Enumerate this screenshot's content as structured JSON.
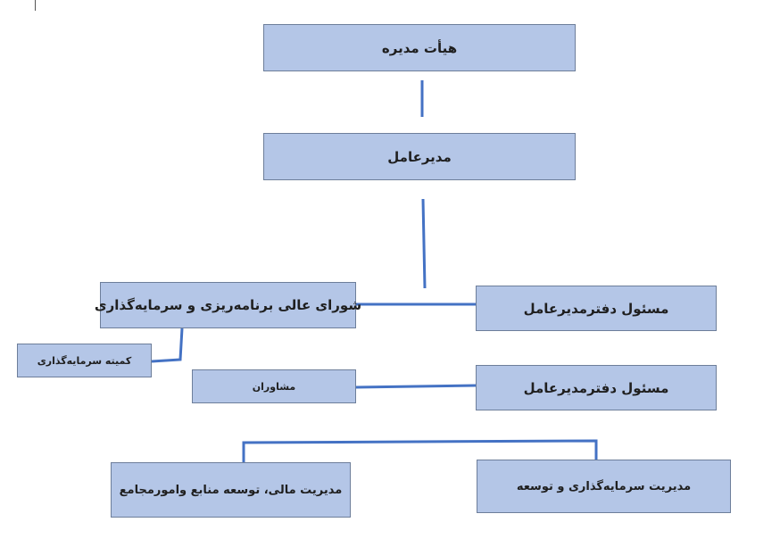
{
  "org_chart": {
    "board": "هیأت مدیره",
    "ceo": "مدیرعامل",
    "high_council": "شورای عالی برنامه‌ریزی و سرمایه‌گذاری",
    "investment_committee": "کمیته سرمایه‌گذاری",
    "ceo_office_head_1": "مسئول دفترمدیرعامل",
    "advisors": "مشاوران",
    "ceo_office_head_2": "مسئول دفترمدیرعامل",
    "finance_dept": "مدیریت مالی، توسعه منابع وامورمجامع",
    "investment_dept": "مدیریت سرمایه‌گذاری و توسعه"
  },
  "colors": {
    "box_fill": "#b4c6e7",
    "box_border": "#6d7e9a",
    "connector": "#4472c4"
  }
}
